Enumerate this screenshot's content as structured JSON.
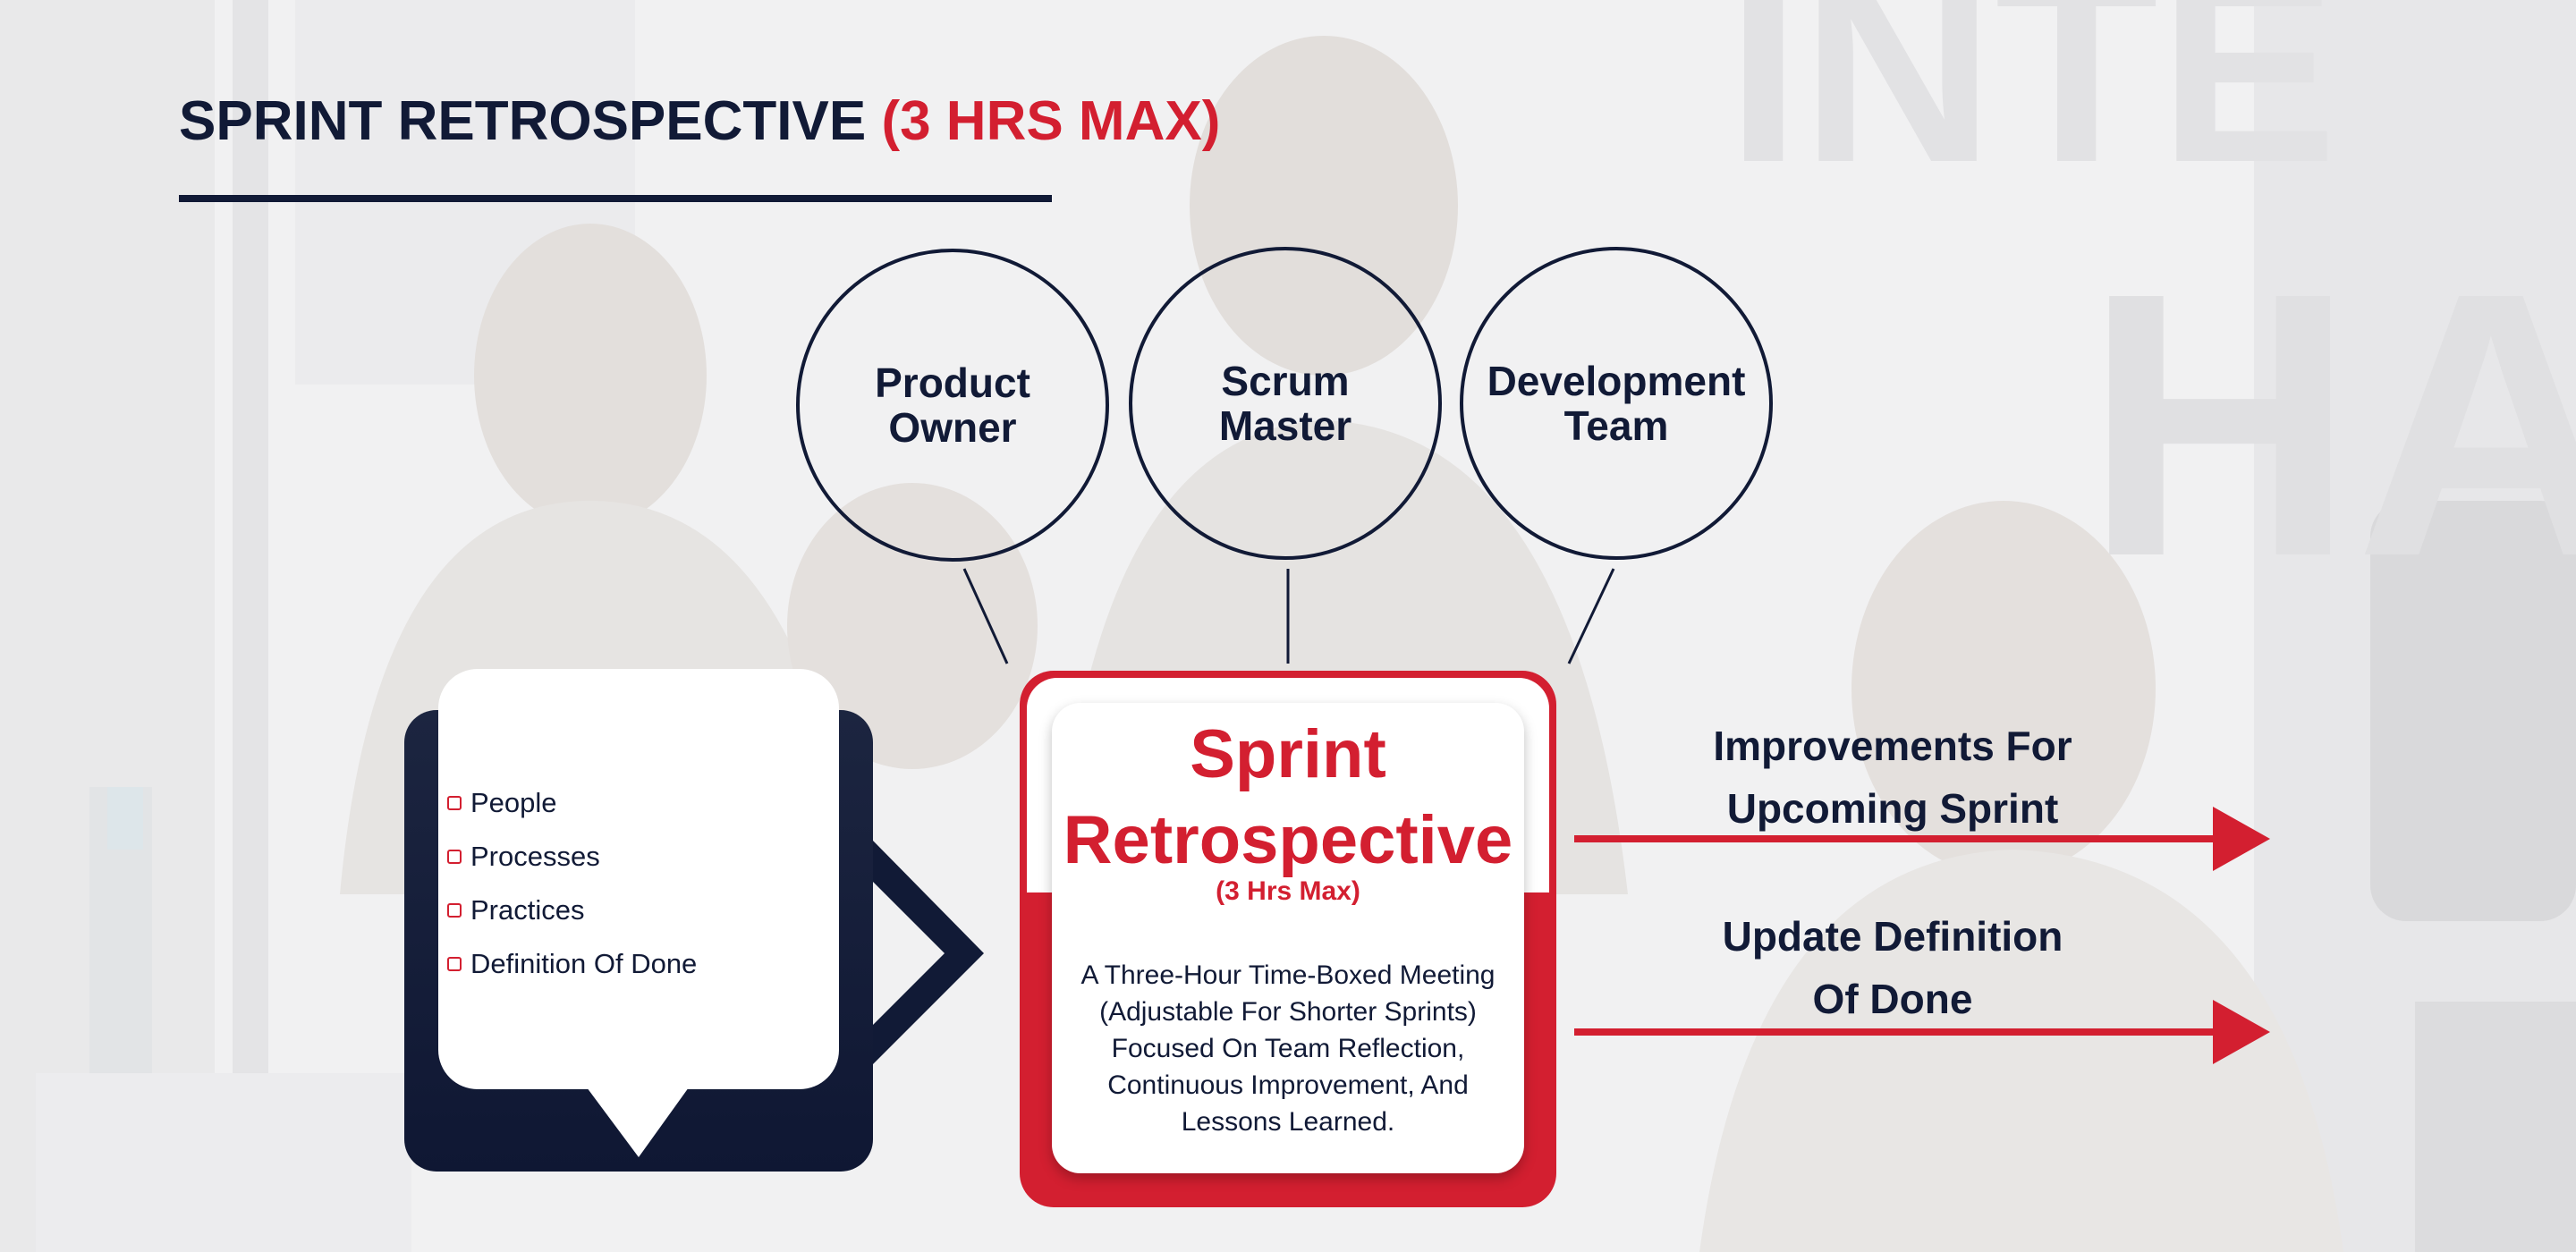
{
  "colors": {
    "navy": "#111a36",
    "red": "#d31f30",
    "white": "#ffffff"
  },
  "header": {
    "title_main": "SPRINT RETROSPECTIVE",
    "title_accent": "(3 HRS MAX)"
  },
  "roles": [
    {
      "label": "Product\nOwner"
    },
    {
      "label": "Scrum\nMaster"
    },
    {
      "label": "Development\nTeam"
    }
  ],
  "inputs": {
    "items": [
      "People",
      "Processes",
      "Practices",
      "Definition Of Done"
    ]
  },
  "event": {
    "title": "Sprint\nRetrospective",
    "subtitle": "(3 Hrs Max)",
    "description": "A Three-Hour Time-Boxed Meeting (Adjustable For Shorter Sprints) Focused On Team Reflection, Continuous Improvement, And Lessons Learned."
  },
  "outputs": [
    {
      "label": "Improvements For\nUpcoming Sprint"
    },
    {
      "label": "Update Definition\nOf Done"
    }
  ],
  "icons": {
    "check": "checkbox-icon",
    "arrow": "arrow-right-icon"
  }
}
